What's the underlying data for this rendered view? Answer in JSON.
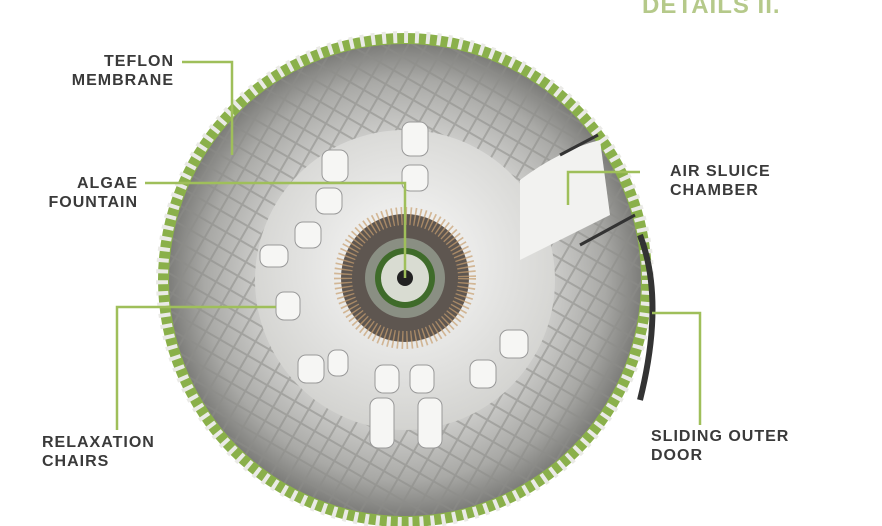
{
  "title": "DETAILS II.",
  "labels": {
    "teflon": [
      "TEFLON",
      "MEMBRANE"
    ],
    "algae": [
      "ALGAE",
      "FOUNTAIN"
    ],
    "air": [
      "AIR SLUICE",
      "CHAMBER"
    ],
    "relax": [
      "RELAXATION",
      "CHAIRS"
    ],
    "door": [
      "SLIDING OUTER",
      "DOOR"
    ]
  },
  "colors": {
    "accent": "#9fbf5a",
    "label": "#3a3a3a",
    "title": "#b5c98a"
  }
}
